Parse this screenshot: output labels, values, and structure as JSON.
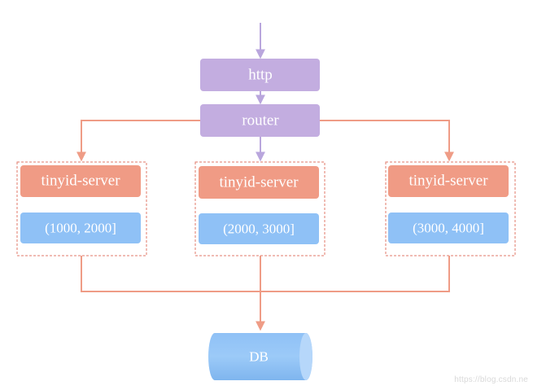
{
  "nodes": {
    "http": "http",
    "router": "router",
    "servers": [
      {
        "label": "tinyid-server",
        "range": "(1000, 2000]"
      },
      {
        "label": "tinyid-server",
        "range": "(2000, 3000]"
      },
      {
        "label": "tinyid-server",
        "range": "(3000, 4000]"
      }
    ],
    "db": "DB"
  },
  "watermark": "https://blog.csdn.ne",
  "colors": {
    "purple_node": "#c3ade0",
    "purple_arrow": "#b9a6dd",
    "salmon_node": "#f09b85",
    "salmon_line": "#ef9c86",
    "blue_node": "#8fc1f6",
    "dashed_border": "#e07a6a"
  }
}
